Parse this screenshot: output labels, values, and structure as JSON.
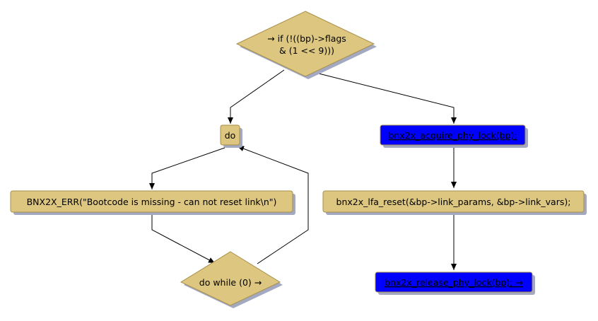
{
  "colors": {
    "decision_fill": "#dcc680",
    "action_fill": "#dcc680",
    "call_fill": "#0000ff",
    "stroke": "#a88f4a",
    "shadow": "#a3a9c0",
    "edge": "#000000"
  },
  "nodes": {
    "if_decision": {
      "line1": "→ if (!((bp)->flags",
      "line2": "& (1 << 9)))"
    },
    "do_node": {
      "label": "do"
    },
    "err_node": {
      "label": "BNX2X_ERR(\"Bootcode is missing - can not reset link\\n\")"
    },
    "while_decision": {
      "label": "do while (0) →"
    },
    "acquire_node": {
      "label": "bnx2x_acquire_phy_lock(bp);"
    },
    "lfa_reset_node": {
      "label": "bnx2x_lfa_reset(&bp->link_params, &bp->link_vars);"
    },
    "release_node": {
      "label": "bnx2x_release_phy_lock(bp); →"
    }
  }
}
